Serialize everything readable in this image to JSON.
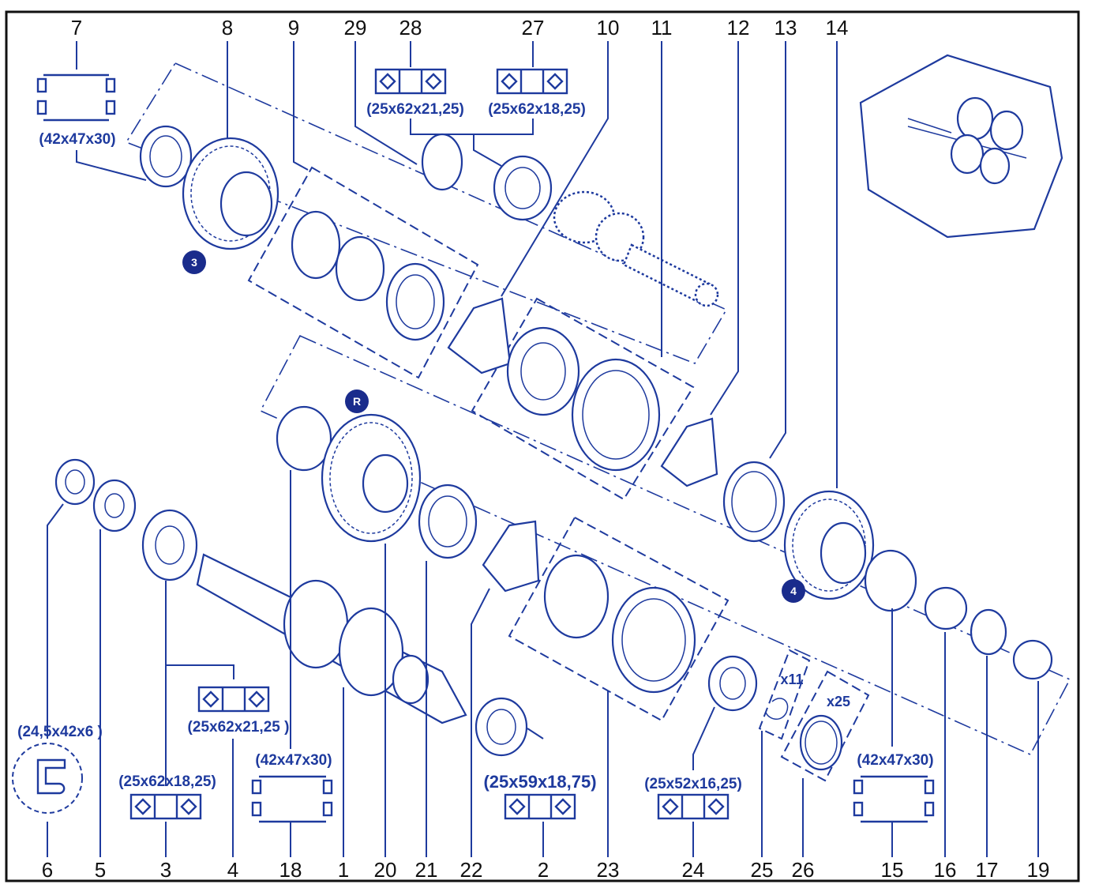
{
  "colors": {
    "ink": "#1e3a9e",
    "label": "#111111",
    "frame": "#111111",
    "background": "#ffffff"
  },
  "part_numbers": {
    "p1": "1",
    "p2": "2",
    "p3": "3",
    "p4": "4",
    "p5": "5",
    "p6": "6",
    "p7": "7",
    "p8": "8",
    "p9": "9",
    "p10": "10",
    "p11": "11",
    "p12": "12",
    "p13": "13",
    "p14": "14",
    "p15": "15",
    "p16": "16",
    "p17": "17",
    "p18": "18",
    "p19": "19",
    "p20": "20",
    "p21": "21",
    "p22": "22",
    "p23": "23",
    "p24": "24",
    "p25": "25",
    "p26": "26",
    "p27": "27",
    "p28": "28",
    "p29": "29"
  },
  "specs": {
    "needle_bearing_top": "(42x47x30)",
    "bearing_28": "(25x62x21,25)",
    "bearing_27": "(25x62x18,25)",
    "seal_6": "(24,5x42x6 )",
    "bearing_3": "(25x62x18,25)",
    "bearing_4": "(25x62x21,25 )",
    "needle_bearing_18": "(42x47x30)",
    "bearing_2": "(25x59x18,75)",
    "bearing_24": "(25x52x16,25)",
    "needle_bearing_15": "(42x47x30)"
  },
  "quantities": {
    "q25": "x11",
    "q26": "x25"
  },
  "badges": {
    "gear_3": "3",
    "gear_reverse": "R",
    "gear_4": "4"
  },
  "icons": {
    "needle_bearing": "needle-roller-bearing-icon",
    "ball_bearing": "tapered-bearing-icon",
    "seal": "oil-seal-icon",
    "gearbox": "gearbox-assembly-icon"
  }
}
